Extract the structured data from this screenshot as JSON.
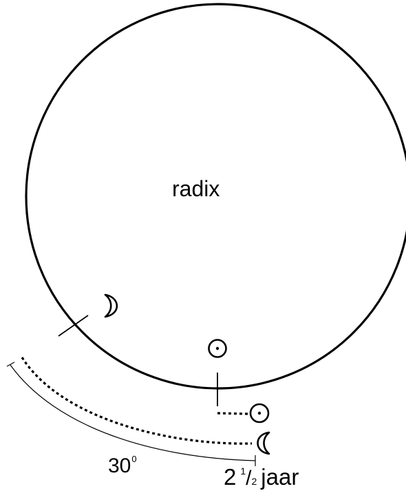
{
  "diagram": {
    "center_label": "radix",
    "angle": {
      "value": "30",
      "degree_mark": "0"
    },
    "duration": {
      "whole": "2",
      "numerator": "1",
      "slash": "/",
      "denominator": "2",
      "unit": "jaar"
    },
    "symbols": {
      "radix_moon": "moon-symbol",
      "radix_sun": "sun-symbol",
      "progressed_sun": "sun-symbol",
      "progressed_moon": "moon-symbol"
    },
    "colors": {
      "stroke": "#000000",
      "background": "#ffffff"
    }
  }
}
